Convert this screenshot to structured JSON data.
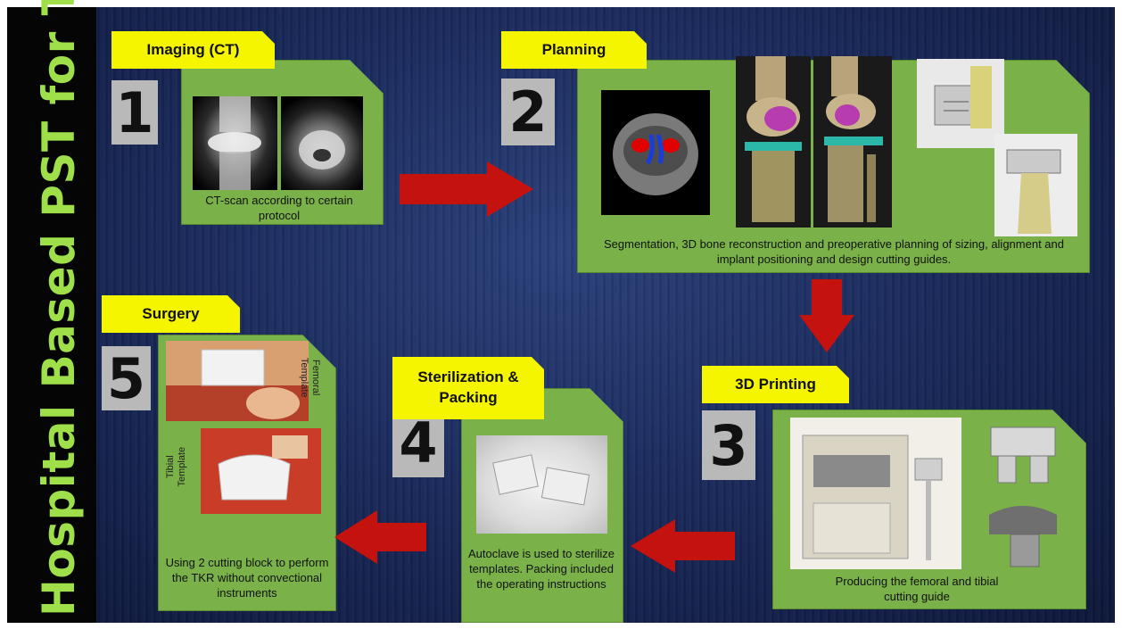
{
  "title": "Hospital Based PST for TKA",
  "steps": [
    {
      "number": "1",
      "label": "Imaging (CT)",
      "caption": "CT-scan according to certain protocol"
    },
    {
      "number": "2",
      "label": "Planning",
      "caption": "Segmentation, 3D bone reconstruction  and preoperative planning of sizing, alignment and implant positioning and design cutting guides."
    },
    {
      "number": "3",
      "label": "3D Printing",
      "caption": "Producing the femoral and tibial cutting guide"
    },
    {
      "number": "4",
      "label": "Sterilization & Packing",
      "caption": "Autoclave is used to sterilize templates. Packing included the operating instructions"
    },
    {
      "number": "5",
      "label": "Surgery",
      "caption": "Using 2 cutting block to perform the TKR without convectional instruments",
      "image_labels": {
        "femoral": "Femoral Template",
        "tibial": "Tibial Template"
      }
    }
  ],
  "colors": {
    "panel": "#7ab148",
    "label": "#f5f500",
    "number_box": "#b9b9b9",
    "arrow": "#c4120f",
    "title": "#9fe04a",
    "background": "#1a2a5c"
  }
}
